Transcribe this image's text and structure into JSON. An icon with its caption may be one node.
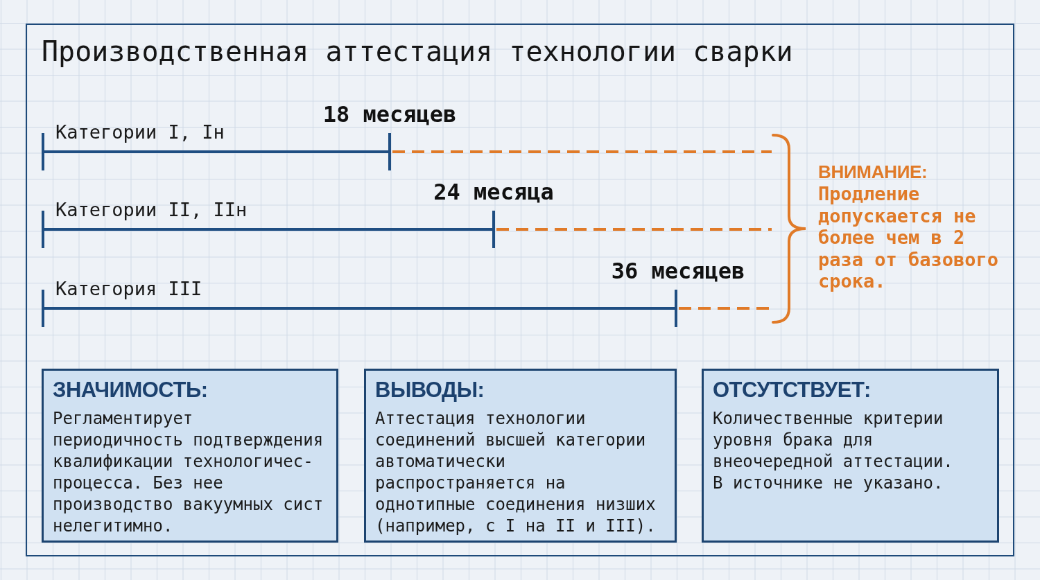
{
  "diagram": {
    "title": "Производственная аттестация технологии сварки",
    "nodes": [
      {
        "text": [
          "ЗНАЧИМОСТЬ:",
          "Регламентирует периодичность подтверждения квалификации технологичес- процесса. Без нее производство вакуумных сист нелегитимно."
        ]
      },
      {
        "text": [
          "ВЫВОДЫ:",
          "Аттестация технологии соединений высшей категории автоматически распространяется на однотипные соединения низших (например, с I на II и III)."
        ]
      },
      {
        "text": [
          "ОТСУТСТВУЕТ:",
          "Количественные критерии уровня брака для внеочередной аттестации. В источнике не указано."
        ]
      }
    ],
    "labels": [
      "18 месяцев",
      "Категории I, Iн",
      "24 месяца",
      "Категории II, IIн",
      "36 месяцев",
      "Категория III",
      "ВНИМАНИЕ:",
      "Продление допускается не более чем в 2 раза от базового срока."
    ]
  }
}
